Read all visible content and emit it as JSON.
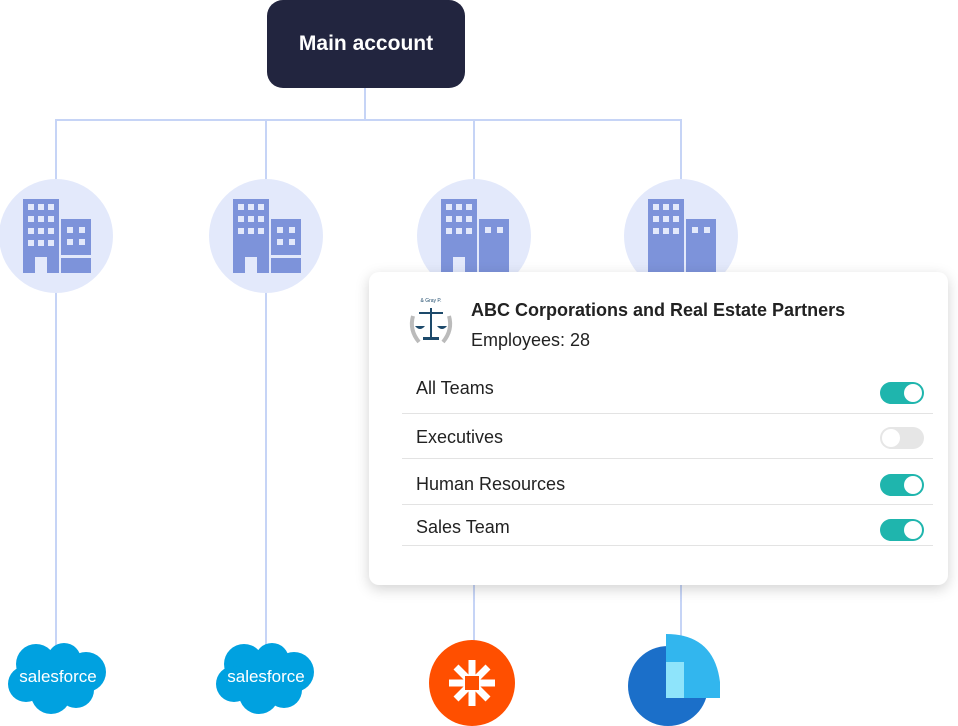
{
  "root": {
    "label": "Main account"
  },
  "card": {
    "company": "ABC Corporations and Real Estate Partners",
    "employees": "Employees: 28",
    "logo_text": "& Gray P.",
    "teams": [
      {
        "label": "All Teams",
        "enabled": true
      },
      {
        "label": "Executives",
        "enabled": false
      },
      {
        "label": "Human Resources",
        "enabled": true
      },
      {
        "label": "Sales Team",
        "enabled": true
      }
    ]
  },
  "integrations": [
    {
      "name": "salesforce"
    },
    {
      "name": "salesforce"
    },
    {
      "name": "zapier-icon"
    },
    {
      "name": "microsoft-bookings-icon"
    }
  ],
  "colors": {
    "root": "#22253f",
    "toggle_on": "#1fb5ad",
    "salesforce": "#00a1e0",
    "zapier": "#ff4f00"
  }
}
